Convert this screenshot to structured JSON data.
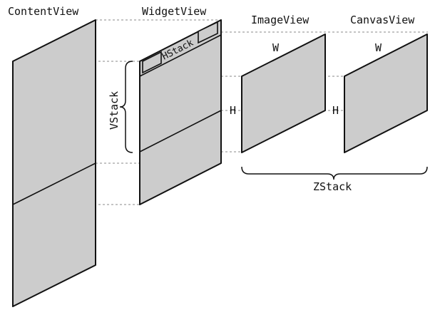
{
  "views": {
    "content_view": "ContentView",
    "widget_view": "WidgetView",
    "image_view": "ImageView",
    "canvas_view": "CanvasView"
  },
  "stacks": {
    "hstack": "HStack",
    "vstack": "VStack",
    "zstack": "ZStack"
  },
  "dimensions": {
    "width": "W",
    "height": "H"
  },
  "colors": {
    "panel_fill": "#cccccc",
    "stroke": "#111111",
    "guide": "#888888"
  }
}
